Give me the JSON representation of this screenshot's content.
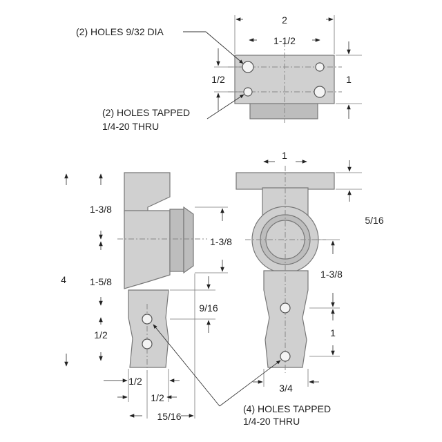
{
  "top_view": {
    "dims": [
      "2",
      "1-1/2",
      "1/2",
      "1"
    ],
    "notes": [
      "(2) HOLES 9/32 DIA",
      "(2) HOLES TAPPED",
      "1/4-20 THRU"
    ]
  },
  "side_view": {
    "dims": [
      "1-3/8",
      "1-5/8",
      "4",
      "1/2",
      "1-3/8",
      "9/16",
      "1/2",
      "1/2",
      "15/16"
    ]
  },
  "front_view": {
    "dims": [
      "1",
      "5/16",
      "1-3/8",
      "1",
      "3/4"
    ],
    "notes": [
      "(4) HOLES TAPPED",
      "1/4-20 THRU"
    ]
  }
}
